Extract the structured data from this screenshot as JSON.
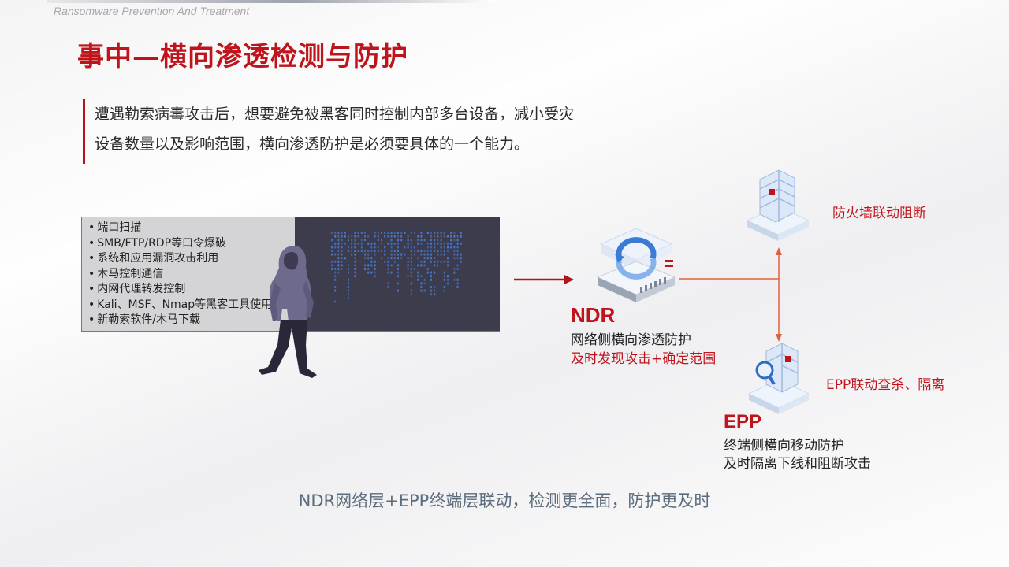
{
  "header": {
    "subtitle_en": "Ransomware Prevention And Treatment",
    "title": "事中—横向渗透检测与防护"
  },
  "intro": {
    "line1": "遭遇勒索病毒攻击后，想要避免被黑客同时控制内部多台设备，减小受灾",
    "line2": "设备数量以及影响范围，横向渗透防护是必须要具体的一个能力。"
  },
  "attack_items": [
    "端口扫描",
    "SMB/FTP/RDP等口令爆破",
    "系统和应用漏洞攻击利用",
    "木马控制通信",
    "内网代理转发控制",
    "Kali、MSF、Nmap等黑客工具使用",
    "新勒索软件/木马下载"
  ],
  "ndr": {
    "name": "NDR",
    "desc1": "网络侧横向渗透防护",
    "desc2": "及时发现攻击+确定范围"
  },
  "firewall": {
    "label": "防火墙联动阻断"
  },
  "epp": {
    "name": "EPP",
    "label": "EPP联动查杀、隔离",
    "desc1": "终端侧横向移动防护",
    "desc2": "及时隔离下线和阻断攻击"
  },
  "summary": "NDR网络层+EPP终端层联动，检测更全面，防护更及时",
  "colors": {
    "accent_red": "#c0141c",
    "summary_gray": "#5c6c7c",
    "screen_dark": "#3c3c4c",
    "code_blue": "#4a7fe0"
  },
  "icons": {
    "ndr": "ndr-appliance-icon",
    "firewall": "firewall-brick-icon",
    "epp": "epp-search-shield-icon",
    "hacker": "hooded-hacker-figure"
  }
}
